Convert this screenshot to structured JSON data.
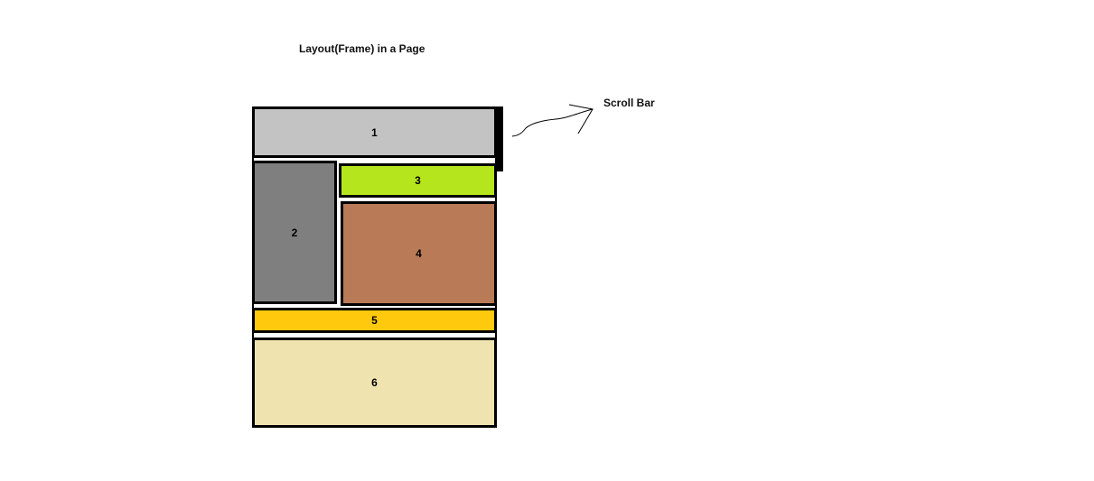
{
  "title": "Layout(Frame) in a Page",
  "annotation": "Scroll Bar",
  "boxes": [
    {
      "label": "1",
      "color": "#c3c3c3"
    },
    {
      "label": "2",
      "color": "#7f7f7f"
    },
    {
      "label": "3",
      "color": "#b5e61d"
    },
    {
      "label": "4",
      "color": "#b97a57"
    },
    {
      "label": "5",
      "color": "#ffc90e"
    },
    {
      "label": "6",
      "color": "#efe4b0"
    }
  ]
}
